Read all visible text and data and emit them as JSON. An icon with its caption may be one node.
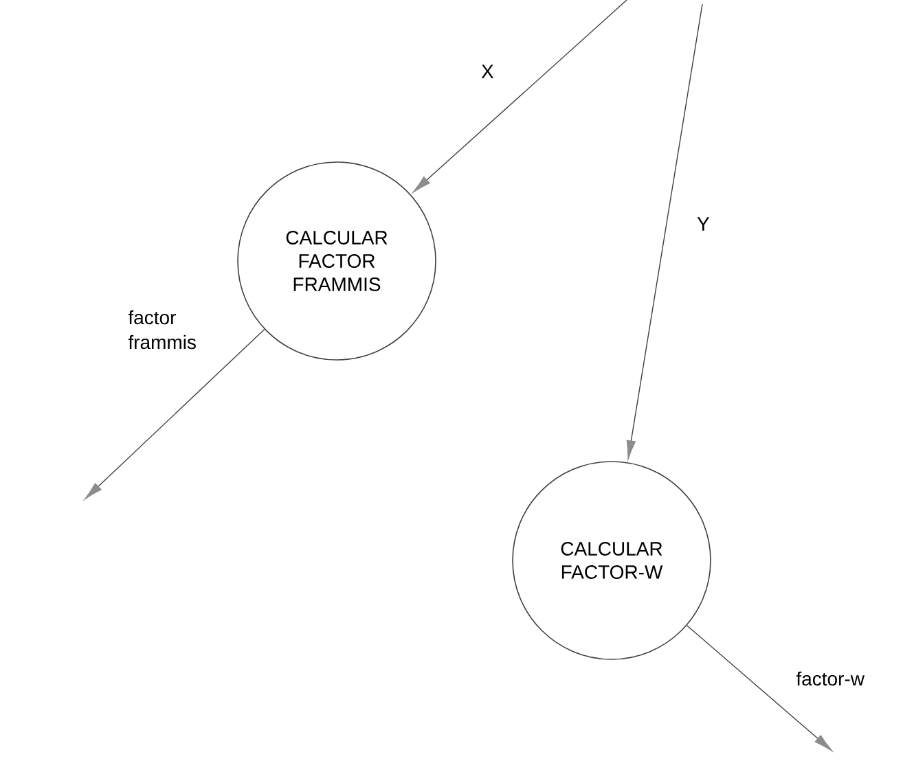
{
  "diagram": {
    "nodes": [
      {
        "text": [
          "CALCULAR FACTOR FRAMMIS"
        ]
      },
      {
        "text": [
          "CALCULAR FACTOR-W"
        ]
      }
    ],
    "edges": [
      {
        "from": null,
        "to": 0,
        "arrow": "to",
        "label": "X"
      },
      {
        "from": null,
        "to": 1,
        "arrow": "to",
        "label": "Y"
      },
      {
        "from": 0,
        "to": null,
        "arrow": "to",
        "label": "factor frammis"
      },
      {
        "from": 1,
        "to": null,
        "arrow": "to",
        "label": "factor-w"
      }
    ]
  }
}
